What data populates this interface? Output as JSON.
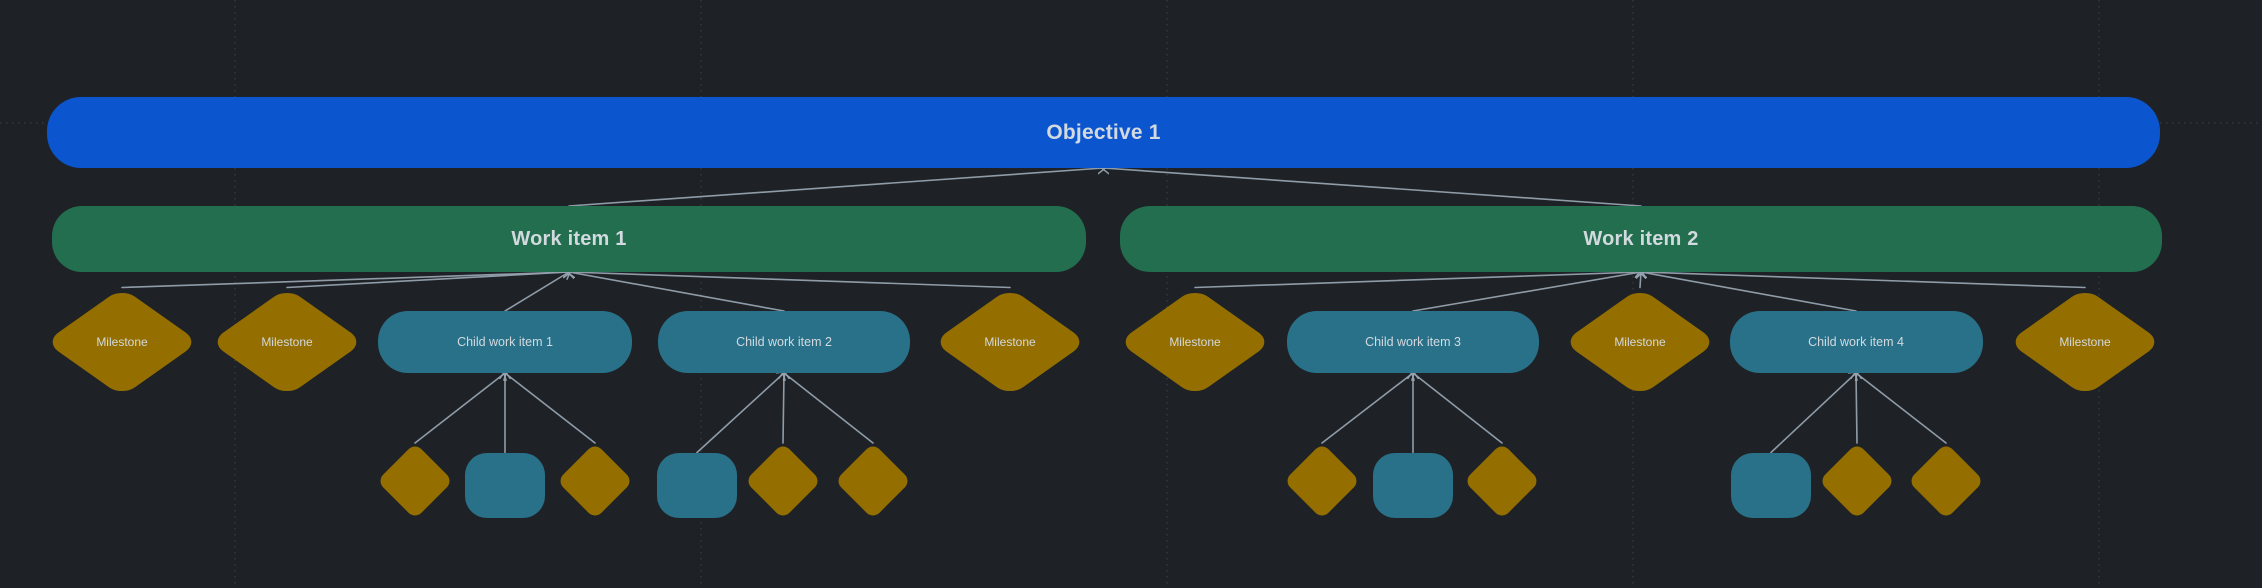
{
  "colors": {
    "background": "#1E2226",
    "grid_line": "#3E4347",
    "objective_fill": "#0B55CE",
    "work_item_fill": "#226E4E",
    "child_item_fill": "#297189",
    "milestone_fill": "#946F00",
    "connector": "#96A3B0",
    "label_text": "#D2D9DF"
  },
  "diagram": {
    "nodes": [
      {
        "id": "objective-1",
        "kind": "objective",
        "label": "Objective 1"
      },
      {
        "id": "work-item-1",
        "kind": "work-item",
        "label": "Work item 1"
      },
      {
        "id": "work-item-2",
        "kind": "work-item",
        "label": "Work item 2"
      },
      {
        "id": "milestone-1",
        "kind": "milestone",
        "label": "Milestone"
      },
      {
        "id": "milestone-2",
        "kind": "milestone",
        "label": "Milestone"
      },
      {
        "id": "child-work-item-1",
        "kind": "child",
        "label": "Child work item 1"
      },
      {
        "id": "child-work-item-2",
        "kind": "child",
        "label": "Child work item 2"
      },
      {
        "id": "milestone-3",
        "kind": "milestone",
        "label": "Milestone"
      },
      {
        "id": "milestone-4",
        "kind": "milestone",
        "label": "Milestone"
      },
      {
        "id": "child-work-item-3",
        "kind": "child",
        "label": "Child work item 3"
      },
      {
        "id": "milestone-5",
        "kind": "milestone",
        "label": "Milestone"
      },
      {
        "id": "child-work-item-4",
        "kind": "child",
        "label": "Child work item 4"
      },
      {
        "id": "milestone-6",
        "kind": "milestone",
        "label": "Milestone"
      },
      {
        "id": "task-1a",
        "kind": "task-diamond",
        "label": ""
      },
      {
        "id": "task-1b",
        "kind": "task-square",
        "label": ""
      },
      {
        "id": "task-1c",
        "kind": "task-diamond",
        "label": ""
      },
      {
        "id": "task-2a",
        "kind": "task-square",
        "label": ""
      },
      {
        "id": "task-2b",
        "kind": "task-diamond",
        "label": ""
      },
      {
        "id": "task-2c",
        "kind": "task-diamond",
        "label": ""
      },
      {
        "id": "task-3a",
        "kind": "task-diamond",
        "label": ""
      },
      {
        "id": "task-3b",
        "kind": "task-square",
        "label": ""
      },
      {
        "id": "task-3c",
        "kind": "task-diamond",
        "label": ""
      },
      {
        "id": "task-4a",
        "kind": "task-square",
        "label": ""
      },
      {
        "id": "task-4b",
        "kind": "task-diamond",
        "label": ""
      },
      {
        "id": "task-4c",
        "kind": "task-diamond",
        "label": ""
      }
    ],
    "edges": [
      {
        "from": "work-item-1",
        "to": "objective-1"
      },
      {
        "from": "work-item-2",
        "to": "objective-1"
      },
      {
        "from": "milestone-1",
        "to": "work-item-1"
      },
      {
        "from": "milestone-2",
        "to": "work-item-1"
      },
      {
        "from": "child-work-item-1",
        "to": "work-item-1"
      },
      {
        "from": "child-work-item-2",
        "to": "work-item-1"
      },
      {
        "from": "milestone-3",
        "to": "work-item-1"
      },
      {
        "from": "milestone-4",
        "to": "work-item-2"
      },
      {
        "from": "child-work-item-3",
        "to": "work-item-2"
      },
      {
        "from": "milestone-5",
        "to": "work-item-2"
      },
      {
        "from": "child-work-item-4",
        "to": "work-item-2"
      },
      {
        "from": "milestone-6",
        "to": "work-item-2"
      },
      {
        "from": "task-1a",
        "to": "child-work-item-1"
      },
      {
        "from": "task-1b",
        "to": "child-work-item-1"
      },
      {
        "from": "task-1c",
        "to": "child-work-item-1"
      },
      {
        "from": "task-2a",
        "to": "child-work-item-2"
      },
      {
        "from": "task-2b",
        "to": "child-work-item-2"
      },
      {
        "from": "task-2c",
        "to": "child-work-item-2"
      },
      {
        "from": "task-3a",
        "to": "child-work-item-3"
      },
      {
        "from": "task-3b",
        "to": "child-work-item-3"
      },
      {
        "from": "task-3c",
        "to": "child-work-item-3"
      },
      {
        "from": "task-4a",
        "to": "child-work-item-4"
      },
      {
        "from": "task-4b",
        "to": "child-work-item-4"
      },
      {
        "from": "task-4c",
        "to": "child-work-item-4"
      }
    ]
  }
}
